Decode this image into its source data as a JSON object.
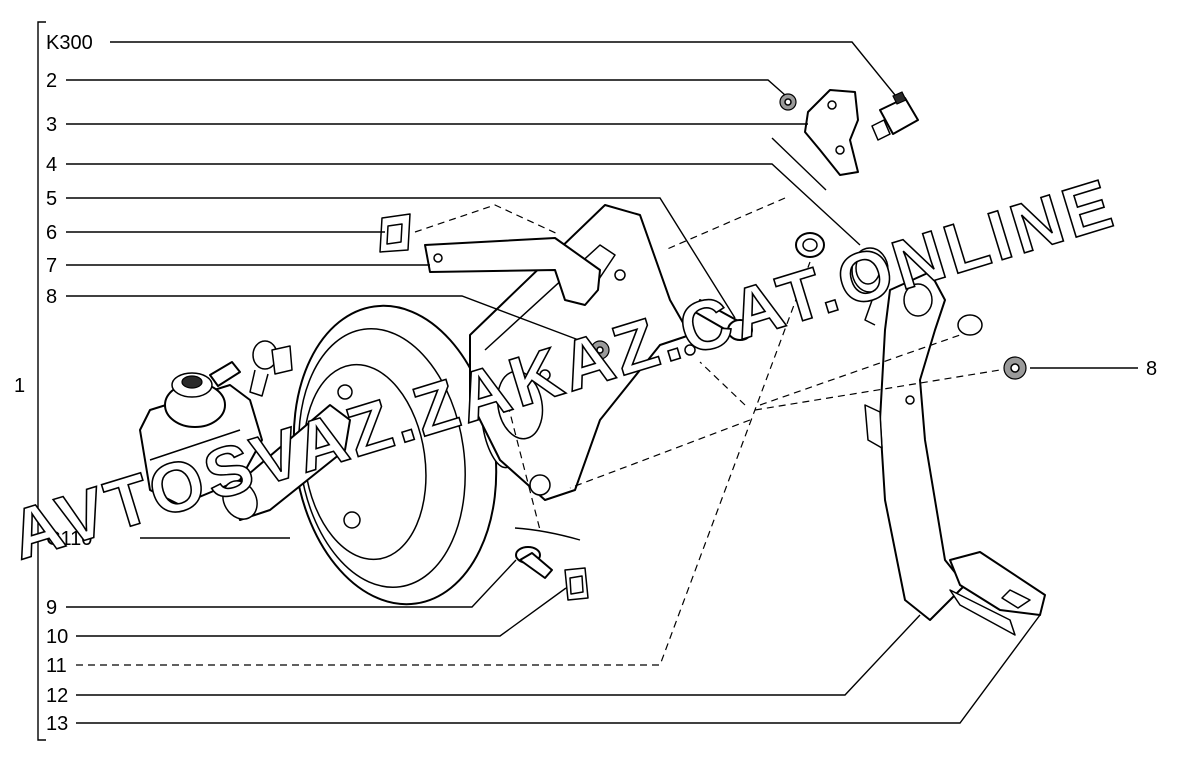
{
  "labels": {
    "group": "1",
    "k300": "K300",
    "l2": "2",
    "l3": "3",
    "l4": "4",
    "l5": "5",
    "l6": "6",
    "l7": "7",
    "l8": "8",
    "l8b": "8",
    "c110": "C110",
    "l9": "9",
    "l10": "10",
    "l11": "11",
    "l12": "12",
    "l13": "13"
  },
  "watermark": "AVTOSVAZ.ZAKAZ.CAT.ONLINE"
}
